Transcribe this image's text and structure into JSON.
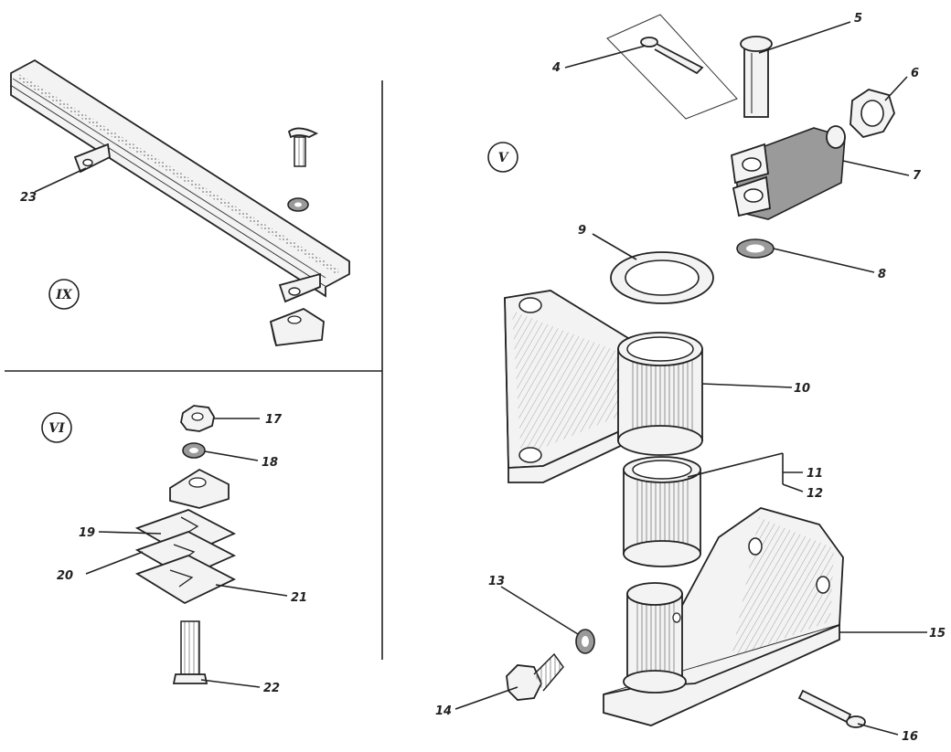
{
  "sections": [
    {
      "id": "IX",
      "label": "IX"
    },
    {
      "id": "VI",
      "label": "VI"
    },
    {
      "id": "V",
      "label": "V"
    }
  ],
  "callouts": [
    {
      "n": "4",
      "label": "4"
    },
    {
      "n": "5",
      "label": "5"
    },
    {
      "n": "6",
      "label": "6"
    },
    {
      "n": "7",
      "label": "7"
    },
    {
      "n": "8",
      "label": "8"
    },
    {
      "n": "9",
      "label": "9"
    },
    {
      "n": "10",
      "label": "10"
    },
    {
      "n": "11",
      "label": "11"
    },
    {
      "n": "12",
      "label": "12"
    },
    {
      "n": "13",
      "label": "13"
    },
    {
      "n": "14",
      "label": "14"
    },
    {
      "n": "15",
      "label": "15"
    },
    {
      "n": "16",
      "label": "16"
    },
    {
      "n": "17",
      "label": "17"
    },
    {
      "n": "18",
      "label": "18"
    },
    {
      "n": "19",
      "label": "19"
    },
    {
      "n": "20",
      "label": "20"
    },
    {
      "n": "21",
      "label": "21"
    },
    {
      "n": "22",
      "label": "22"
    },
    {
      "n": "23",
      "label": "23"
    }
  ]
}
